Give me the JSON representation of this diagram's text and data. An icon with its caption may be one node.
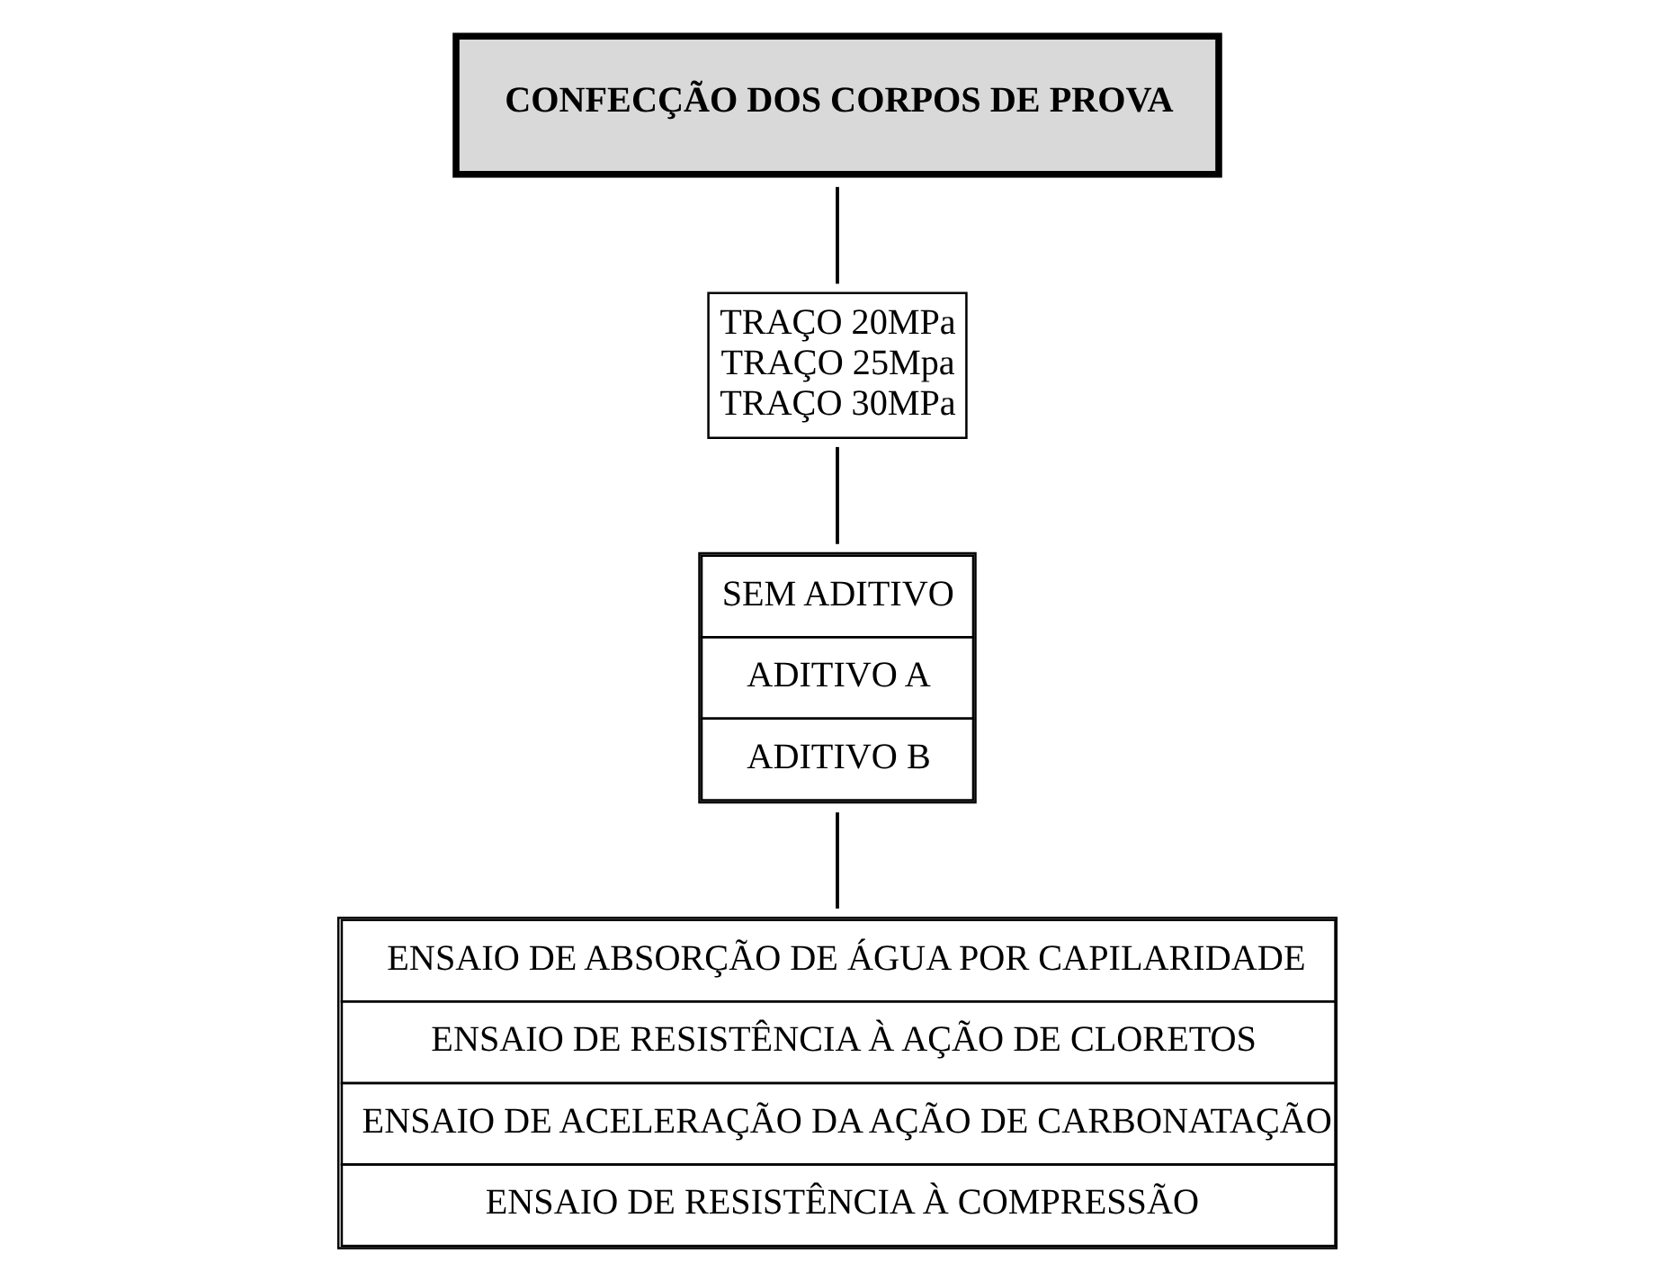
{
  "diagram": {
    "nodes": [
      {
        "text": [
          "CONFECÇÃO DOS CORPOS DE PROVA"
        ]
      },
      {
        "text": [
          "TRAÇO 20MPa",
          "TRAÇO 25Mpa",
          "TRAÇO 30MPa"
        ]
      },
      {
        "text": [
          "SEM ADITIVO",
          "ADITIVO A",
          "ADITIVO B"
        ]
      },
      {
        "text": [
          "ENSAIO DE ABSORÇÃO DE ÁGUA POR CAPILARIDADE",
          "ENSAIO DE RESISTÊNCIA À AÇÃO DE CLORETOS",
          "ENSAIO DE ACELERAÇÃO DA AÇÃO DE CARBONATAÇÃO",
          "ENSAIO DE RESISTÊNCIA À COMPRESSÃO"
        ]
      }
    ],
    "edges": [
      {
        "from": 0,
        "to": 1,
        "arrow": "none"
      },
      {
        "from": 1,
        "to": 2,
        "arrow": "none"
      },
      {
        "from": 2,
        "to": 3,
        "arrow": "none"
      }
    ]
  }
}
